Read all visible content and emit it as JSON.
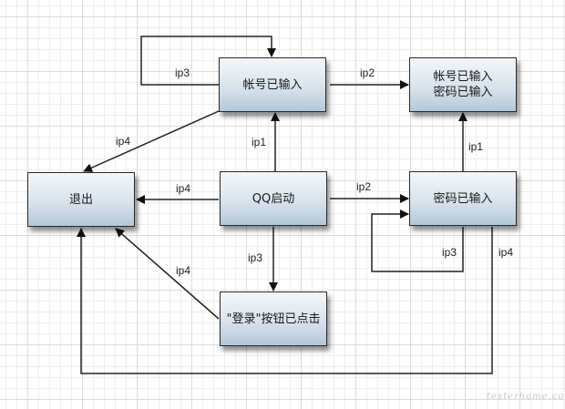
{
  "diagram": {
    "type": "state-transition",
    "nodes": {
      "account_entered": "帐号已输入",
      "both_entered_line1": "帐号已输入",
      "both_entered_line2": "密码已输入",
      "exit": "退出",
      "qq_start": "QQ启动",
      "password_entered": "密码已输入",
      "login_clicked": "\"登录\"按钮已点击"
    },
    "edges": [
      {
        "from": "account_entered",
        "to": "account_entered",
        "label": "ip3"
      },
      {
        "from": "account_entered",
        "to": "both_entered",
        "label": "ip2"
      },
      {
        "from": "account_entered",
        "to": "exit",
        "label": "ip4"
      },
      {
        "from": "qq_start",
        "to": "account_entered",
        "label": "ip1"
      },
      {
        "from": "qq_start",
        "to": "exit",
        "label": "ip4"
      },
      {
        "from": "qq_start",
        "to": "password_entered",
        "label": "ip2"
      },
      {
        "from": "qq_start",
        "to": "login_clicked",
        "label": "ip3"
      },
      {
        "from": "password_entered",
        "to": "both_entered",
        "label": "ip1"
      },
      {
        "from": "password_entered",
        "to": "password_entered",
        "label": "ip3"
      },
      {
        "from": "password_entered",
        "to": "exit",
        "label": "ip4"
      },
      {
        "from": "login_clicked",
        "to": "exit",
        "label": "ip4"
      }
    ]
  },
  "watermark": "testerhome.com"
}
